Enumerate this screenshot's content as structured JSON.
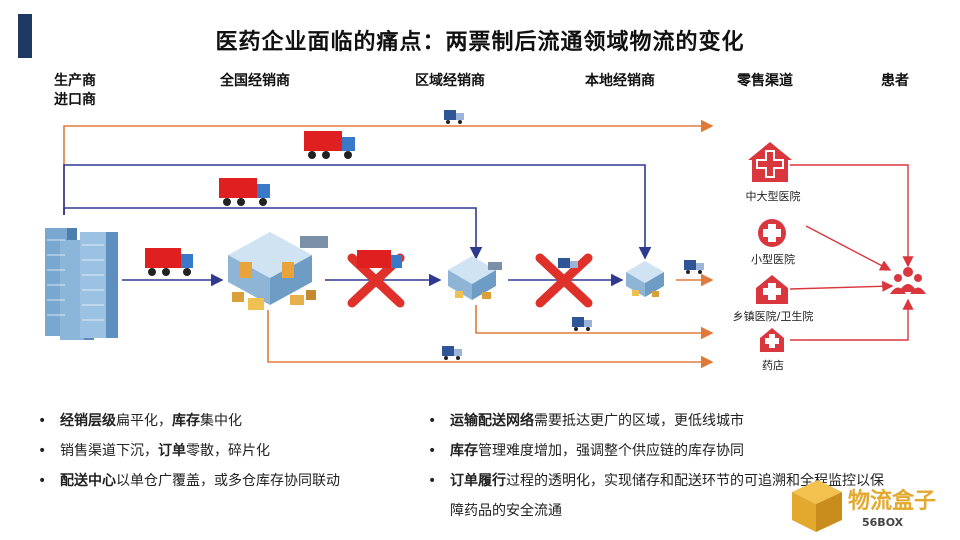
{
  "title": "医药企业面临的痛点：两票制后流通领域物流的变化",
  "columns": [
    {
      "id": "manufacturer",
      "label": "生产商\n进口商"
    },
    {
      "id": "national",
      "label": "全国经销商"
    },
    {
      "id": "regional",
      "label": "区域经销商"
    },
    {
      "id": "local",
      "label": "本地经销商"
    },
    {
      "id": "retail",
      "label": "零售渠道"
    },
    {
      "id": "patient",
      "label": "患者"
    }
  ],
  "retail_nodes": [
    {
      "label": "中大型医院",
      "icon": "hospital-house-icon"
    },
    {
      "label": "小型医院",
      "icon": "hospital-cross-icon"
    },
    {
      "label": "乡镇医院/卫生院",
      "icon": "hospital-cross-icon"
    },
    {
      "label": "药店",
      "icon": "pharmacy-cross-icon"
    }
  ],
  "bullets_left": [
    {
      "strong": "经销层级",
      "text": "扁平化，",
      "strong2": "库存",
      "text2": "集中化"
    },
    {
      "strong": "",
      "text": "销售渠道下沉，",
      "strong2": "订单",
      "text2": "零散，碎片化"
    },
    {
      "strong": "配送中心",
      "text": "以单仓广覆盖，或多仓库存协同联动",
      "strong2": "",
      "text2": ""
    }
  ],
  "bullets_right": [
    {
      "strong": "运输配送网络",
      "text": "需要抵达更广的区域，更低线城市"
    },
    {
      "strong": "库存",
      "text": "管理难度增加，强调整个供应链的库存协同"
    },
    {
      "strong": "订单履行",
      "text": "过程的透明化，实现储存和配送环节的可追溯和全程监控以保障药品的安全流通"
    }
  ],
  "logo": {
    "text": "物流盒子",
    "sub": "56BOX"
  },
  "colors": {
    "accent": "#1f3864",
    "orange_line": "#e07a3a",
    "navy_line": "#2f3a8f",
    "red_line": "#d9363e",
    "truck_red": "#e02020",
    "truck_blue": "#3a78c8",
    "cross": "#e0302a",
    "hospital_red": "#d9363e"
  }
}
